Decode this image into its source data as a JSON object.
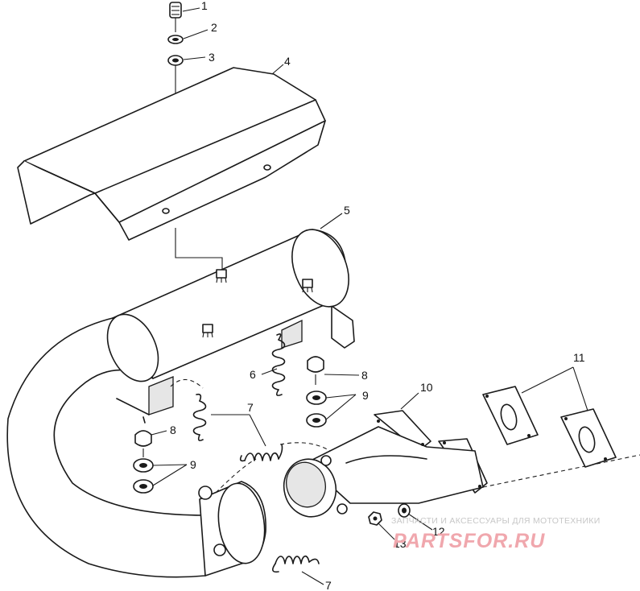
{
  "callouts": {
    "c1": "1",
    "c2": "2",
    "c3": "3",
    "c4": "4",
    "c5": "5",
    "c6": "6",
    "c7a": "7",
    "c7b": "7",
    "c8a": "8",
    "c8b": "8",
    "c9a": "9",
    "c9b": "9",
    "c10": "10",
    "c11": "11",
    "c12": "12",
    "c13": "13"
  },
  "watermark": {
    "tagline": "ЗАПЧАСТИ И АКСЕССУАРЫ ДЛЯ МОТОТЕХНИКИ",
    "logo": "PARTSFOR.RU"
  },
  "colors": {
    "line": "#1a1a1a",
    "background": "#ffffff",
    "watermark": "#f0a7ad"
  }
}
